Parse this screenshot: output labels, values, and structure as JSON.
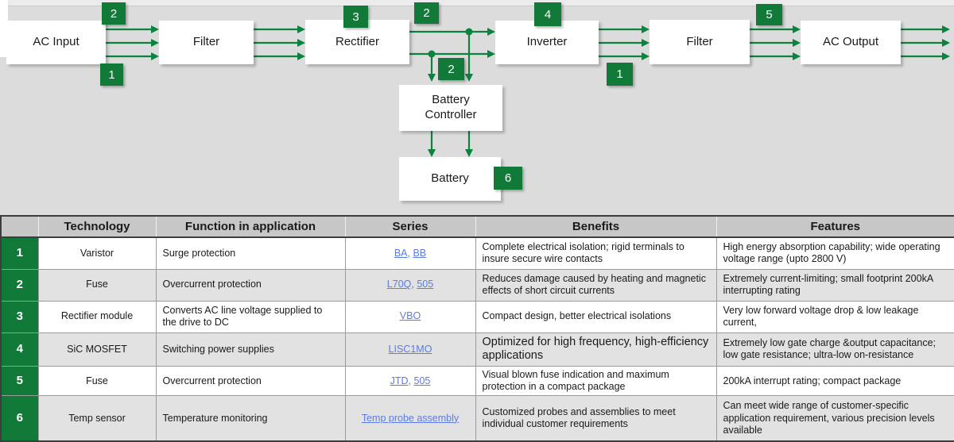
{
  "colors": {
    "green": "#117a38",
    "arrow_green": "#0b833f",
    "link_blue": "#5b7ce6",
    "header_gray": "#c7c7c7",
    "alt_row_gray": "#e2e2e2",
    "diagram_bg": "#dcdcdc"
  },
  "diagram": {
    "boxes": {
      "ac_input": "AC Input",
      "filter1": "Filter",
      "rectifier": "Rectifier",
      "inverter": "Inverter",
      "filter2": "Filter",
      "ac_output": "AC Output",
      "battery_controller": "Battery Controller",
      "battery": "Battery"
    },
    "badges": {
      "input_top": "2",
      "input_bottom": "1",
      "rectifier_top": "3",
      "dclink_top": "2",
      "dclink_drop": "2",
      "inverter_top": "4",
      "inverter_out_bottom": "1",
      "output_top": "5",
      "battery_side": "6"
    }
  },
  "table": {
    "series_separator": ", ",
    "headers": {
      "num": "",
      "technology": "Technology",
      "function": "Function in application",
      "series": "Series",
      "benefits": "Benefits",
      "features": "Features"
    },
    "rows": [
      {
        "num": "1",
        "technology": "Varistor",
        "function": "Surge protection",
        "series": [
          "BA",
          "BB"
        ],
        "benefits": "Complete electrical isolation; rigid terminals to insure secure wire contacts",
        "features": "High energy absorption capability; wide operating voltage range (upto 2800 V)"
      },
      {
        "num": "2",
        "technology": "Fuse",
        "function": "Overcurrent protection",
        "series": [
          "L70Q",
          "505"
        ],
        "benefits": "Reduces damage caused by heating and magnetic effects of short circuit currents",
        "features": "Extremely current-limiting; small footprint 200kA interrupting rating"
      },
      {
        "num": "3",
        "technology": "Rectifier module",
        "function": "Converts AC line voltage supplied to the drive to DC",
        "series": [
          "VBO"
        ],
        "benefits": "Compact design, better electrical isolations",
        "features": "Very low forward voltage drop & low leakage current,"
      },
      {
        "num": "4",
        "technology": "SiC MOSFET",
        "function": "Switching power supplies",
        "series": [
          "LISC1MO"
        ],
        "benefits": "Optimized for high frequency, high-efficiency applications",
        "features": "Extremely low gate charge &output capacitance; low gate resistance; ultra-low on-resistance"
      },
      {
        "num": "5",
        "technology": "Fuse",
        "function": "Overcurrent protection",
        "series": [
          "JTD",
          "505"
        ],
        "benefits": "Visual blown fuse indication and maximum protection in a compact package",
        "features": "200kA  interrupt rating; compact package"
      },
      {
        "num": "6",
        "technology": "Temp sensor",
        "function": "Temperature monitoring",
        "series": [
          "Temp probe assembly"
        ],
        "benefits": "Customized probes and assemblies to meet individual customer requirements",
        "features": "Can meet wide range of customer-specific application requirement, various precision levels available"
      }
    ]
  }
}
